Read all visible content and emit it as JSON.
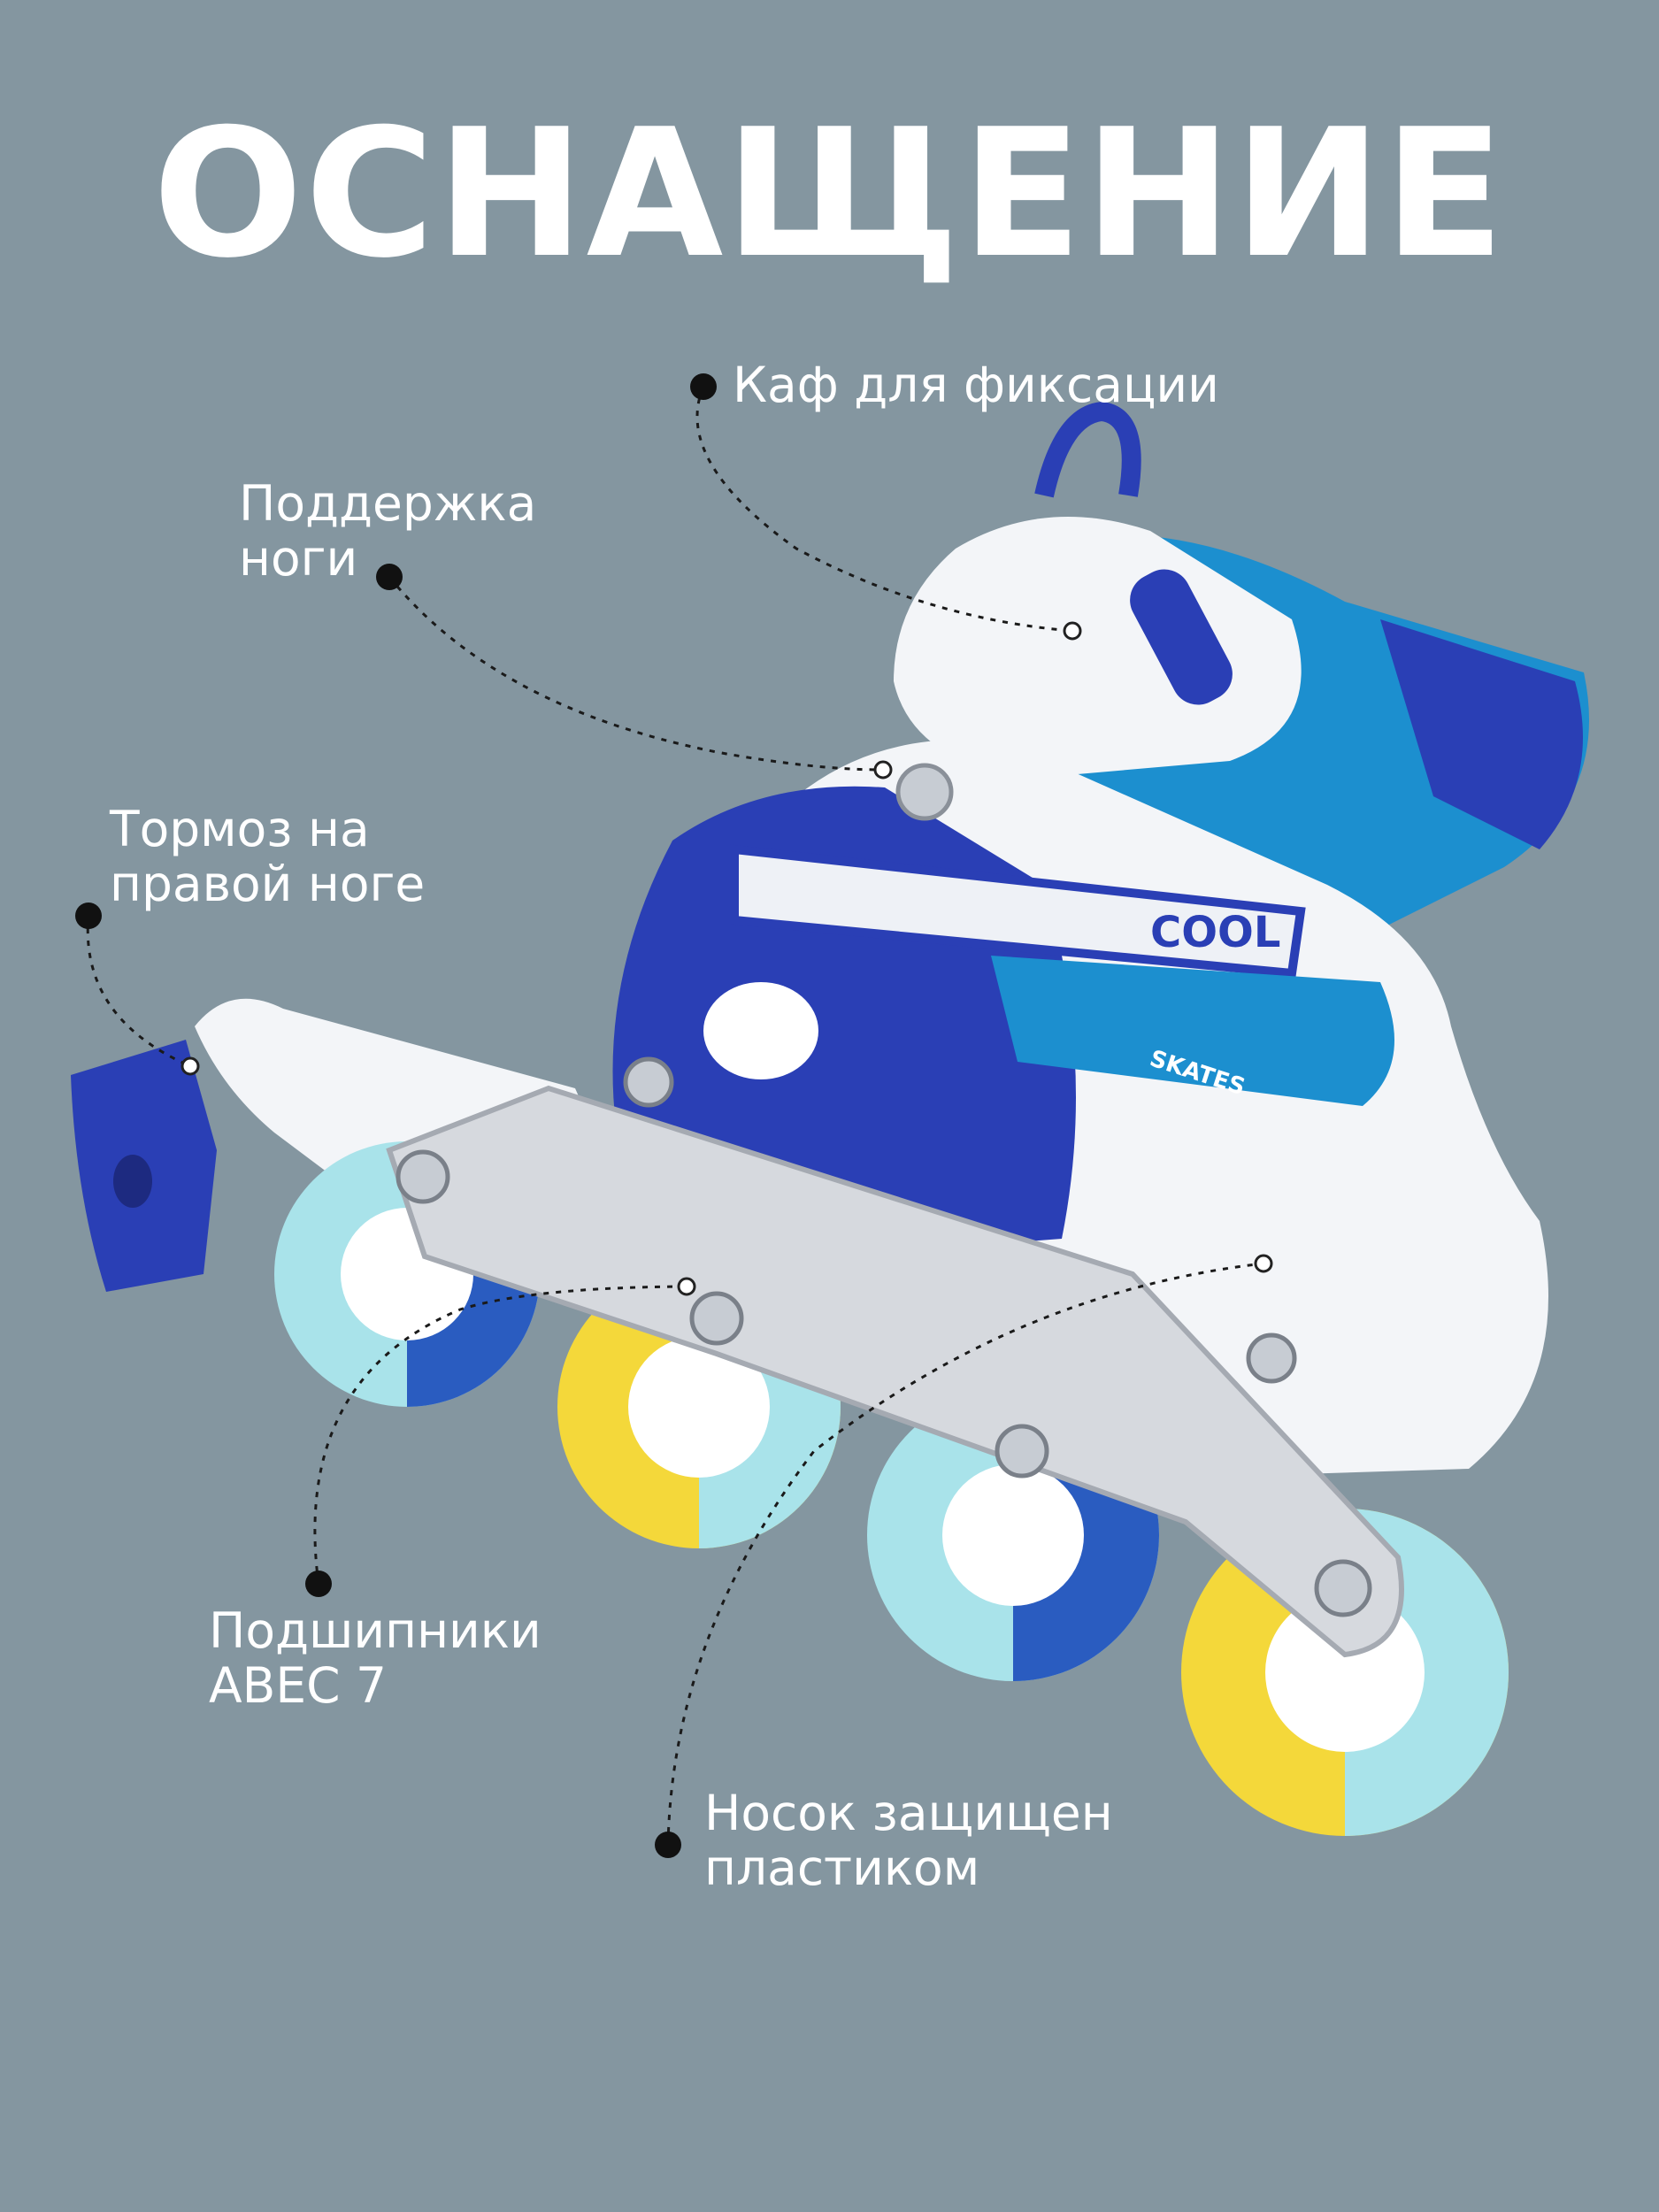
{
  "title": "ОСНАЩЕНИЕ",
  "callouts": {
    "cuff": "Каф для фиксации",
    "support": "Поддержка\nноги",
    "brake": "Тормоз на\nправой ноге",
    "bearings": "Подшипники\nABEC 7",
    "toe": "Носок защищен\nпластиком"
  },
  "product": {
    "brand_text": "COOL",
    "side_text": "SKATES"
  },
  "colors": {
    "background": "#8496a0",
    "text": "#ffffff",
    "skate_blue": "#2a3fb5",
    "mesh_blue": "#1c8fcf",
    "wheel_yellow": "#f4d83a",
    "wheel_light": "#a9e3ea"
  }
}
